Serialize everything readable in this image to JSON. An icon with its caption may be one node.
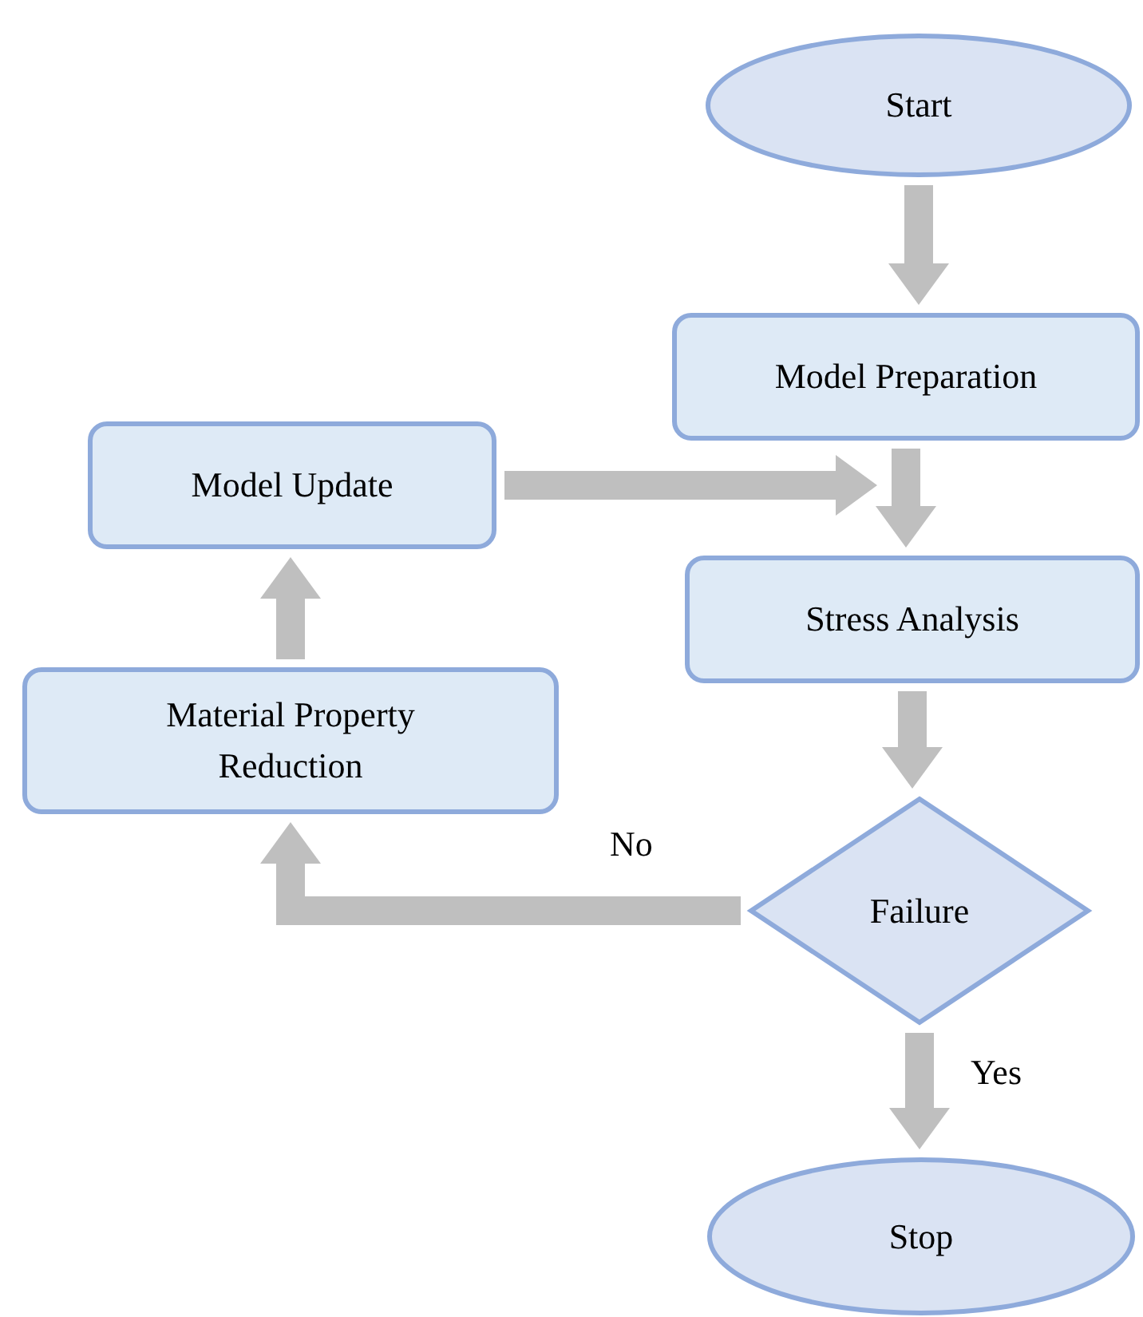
{
  "diagram": {
    "nodes": [
      {
        "text": [
          "Start"
        ]
      },
      {
        "text": [
          "Model Preparation"
        ]
      },
      {
        "text": [
          "Model Update"
        ]
      },
      {
        "text": [
          "Stress Analysis"
        ]
      },
      {
        "text": [
          "Material Property Reduction"
        ]
      },
      {
        "text": [
          "Failure"
        ]
      },
      {
        "text": [
          "Stop"
        ]
      }
    ],
    "edges": [
      {
        "from": 0,
        "to": 1,
        "arrow": "to"
      },
      {
        "from": 1,
        "to": 3,
        "arrow": "to"
      },
      {
        "from": 2,
        "to": 3,
        "arrow": "to"
      },
      {
        "from": 3,
        "to": 5,
        "arrow": "to"
      },
      {
        "from": 5,
        "to": 4,
        "arrow": "to",
        "label": "No"
      },
      {
        "from": 4,
        "to": 2,
        "arrow": "to"
      },
      {
        "from": 5,
        "to": 6,
        "arrow": "to",
        "label": "Yes"
      }
    ]
  }
}
